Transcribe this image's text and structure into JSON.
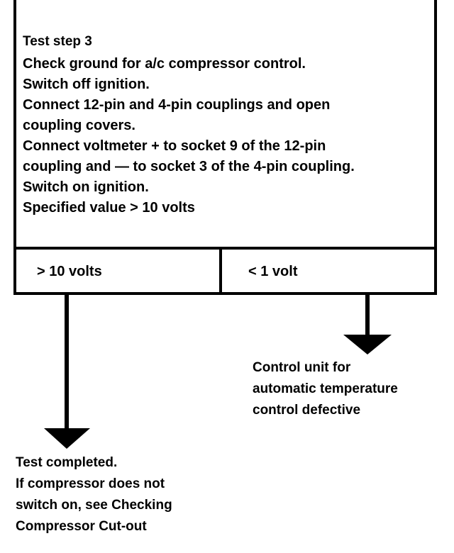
{
  "test_step": {
    "title": "Test step 3",
    "lines": [
      "Check ground for a/c compressor control.",
      "Switch off ignition.",
      "Connect 12-pin and 4-pin couplings and open",
      "coupling covers.",
      "Connect voltmeter + to socket 9 of the 12-pin",
      "coupling and — to socket 3 of the 4-pin coupling.",
      "Switch on ignition.",
      "Specified value > 10 volts"
    ]
  },
  "outcomes": {
    "left_label": "> 10 volts",
    "right_label": "< 1 volt"
  },
  "results": {
    "right_lines": [
      "Control unit for",
      "automatic temperature",
      "control defective"
    ],
    "left_lines": [
      "Test completed.",
      "If compressor does not",
      "switch on, see Checking",
      "Compressor  Cut-out"
    ]
  },
  "colors": {
    "ink": "#000000",
    "paper": "#ffffff"
  }
}
